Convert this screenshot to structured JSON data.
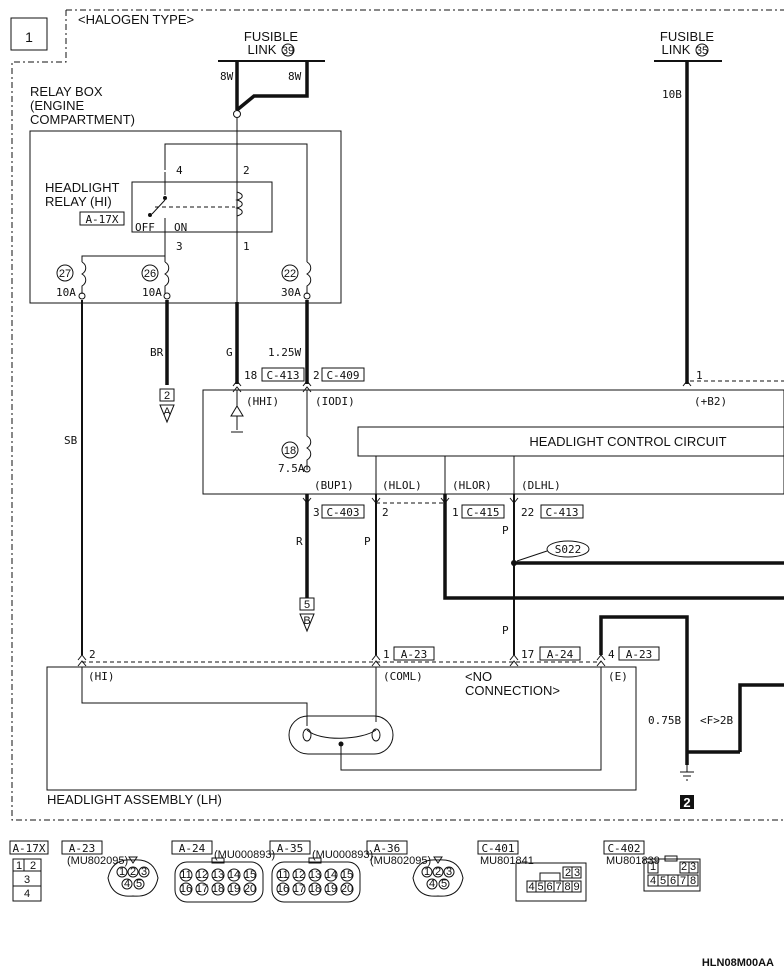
{
  "page_number": "1",
  "variant": "<HALOGEN TYPE>",
  "fusible_links": [
    {
      "label_line1": "FUSIBLE",
      "label_line2": "LINK",
      "number": "39",
      "wire": "8W",
      "wire2": "8W"
    },
    {
      "label_line1": "FUSIBLE",
      "label_line2": "LINK",
      "number": "35",
      "wire": "10B"
    }
  ],
  "relay_box": {
    "line1": "RELAY BOX",
    "line2": "(ENGINE",
    "line3": "COMPARTMENT)"
  },
  "relay": {
    "line1": "HEADLIGHT",
    "line2": "RELAY (HI)",
    "connector": "A-17X",
    "off": "OFF",
    "on": "ON",
    "pins": [
      "4",
      "2",
      "3",
      "1"
    ]
  },
  "fuses": [
    {
      "number": "27",
      "rating": "10A"
    },
    {
      "number": "26",
      "rating": "10A"
    },
    {
      "number": "22",
      "rating": "30A"
    },
    {
      "number": "18",
      "rating": "7.5A"
    }
  ],
  "wires": {
    "br": "BR",
    "g": "G",
    "w125": "1.25W",
    "sb": "SB",
    "r": "R",
    "p1": "P",
    "p2": "P",
    "p3": "P",
    "b075": "0.75B",
    "f2b": "<F>2B"
  },
  "terminals": {
    "t18": "18",
    "c413": "C-413",
    "t2": "2",
    "c409": "C-409",
    "hhi": "(HHI)",
    "iodi": "(IODI)",
    "b2": "(+B2)",
    "t1": "1",
    "bup1": "(BUP1)",
    "hlol": "(HLOL)",
    "hlor": "(HLOR)",
    "dlhl": "(DLHL)",
    "t3": "3",
    "c403": "C-403",
    "t2b": "2",
    "t1b": "1",
    "c415": "C-415",
    "t22": "22",
    "c413b": "C-413"
  },
  "control_circuit": "HEADLIGHT CONTROL CIRCUIT",
  "splice": "S022",
  "refs": [
    {
      "box": "2",
      "letter": "A"
    },
    {
      "box": "5",
      "letter": "B"
    }
  ],
  "headlight_assembly": {
    "title": "HEADLIGHT ASSEMBLY (LH)",
    "hi": "(HI)",
    "coml": "(COML)",
    "e": "(E)",
    "no_conn1": "<NO",
    "no_conn2": "CONNECTION>",
    "pins": [
      {
        "num": "2"
      },
      {
        "num": "1",
        "conn": "A-23"
      },
      {
        "num": "17",
        "conn": "A-24"
      },
      {
        "num": "4",
        "conn": "A-23"
      }
    ]
  },
  "ground_number": "2",
  "connectors": [
    {
      "id": "A-17X",
      "part": ""
    },
    {
      "id": "A-23",
      "part": "(MU802095)"
    },
    {
      "id": "A-24",
      "part": "(MU000893)"
    },
    {
      "id": "A-35",
      "part": "(MU000893)"
    },
    {
      "id": "A-36",
      "part": "(MU802095)"
    },
    {
      "id": "C-401",
      "part": "MU801841"
    },
    {
      "id": "C-402",
      "part": "MU801839"
    }
  ],
  "connector_pins": {
    "a17x": [
      "1",
      "2",
      "3",
      "4"
    ],
    "round5": [
      "1",
      "2",
      "3",
      "4",
      "5"
    ],
    "a24_top": [
      "11",
      "12",
      "13",
      "14",
      "15"
    ],
    "a24_bot": [
      "16",
      "17",
      "18",
      "19",
      "20"
    ],
    "c401_top": [
      "2",
      "3"
    ],
    "c401_bot": [
      "4",
      "5",
      "6",
      "7",
      "8",
      "9"
    ],
    "c402_top": [
      "1",
      "2",
      "3"
    ],
    "c402_bot": [
      "4",
      "5",
      "6",
      "7",
      "8"
    ]
  },
  "doc_code": "HLN08M00AA"
}
